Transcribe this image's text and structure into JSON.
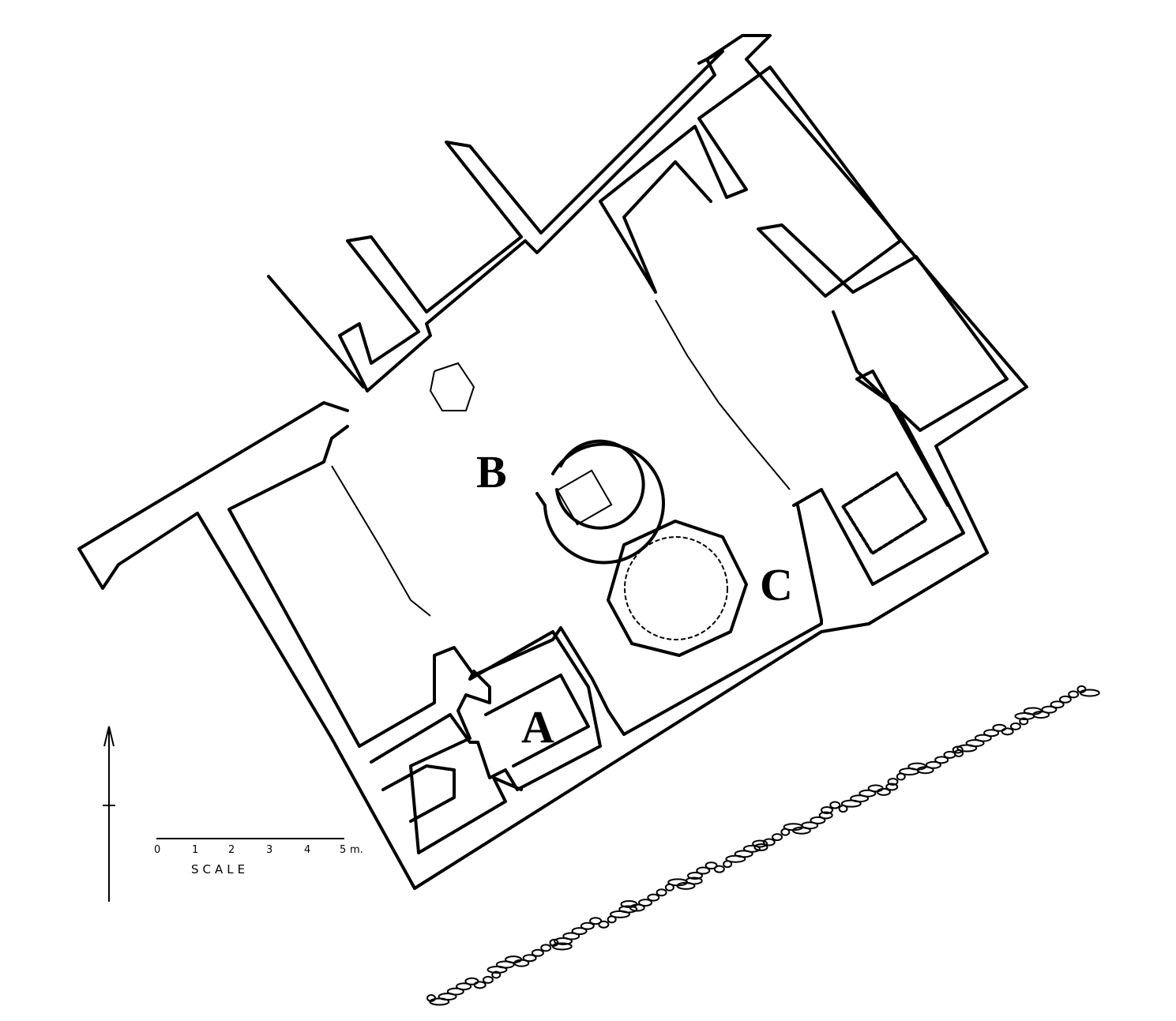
{
  "title": "Archaeological site plan",
  "rooms": [
    {
      "id": "A",
      "label": "A"
    },
    {
      "id": "B",
      "label": "B"
    },
    {
      "id": "C",
      "label": "C"
    }
  ],
  "scale": {
    "title": "SCALE",
    "unit": "m.",
    "ticks": [
      "0",
      "1",
      "2",
      "3",
      "4",
      "5"
    ]
  },
  "north_arrow": true
}
